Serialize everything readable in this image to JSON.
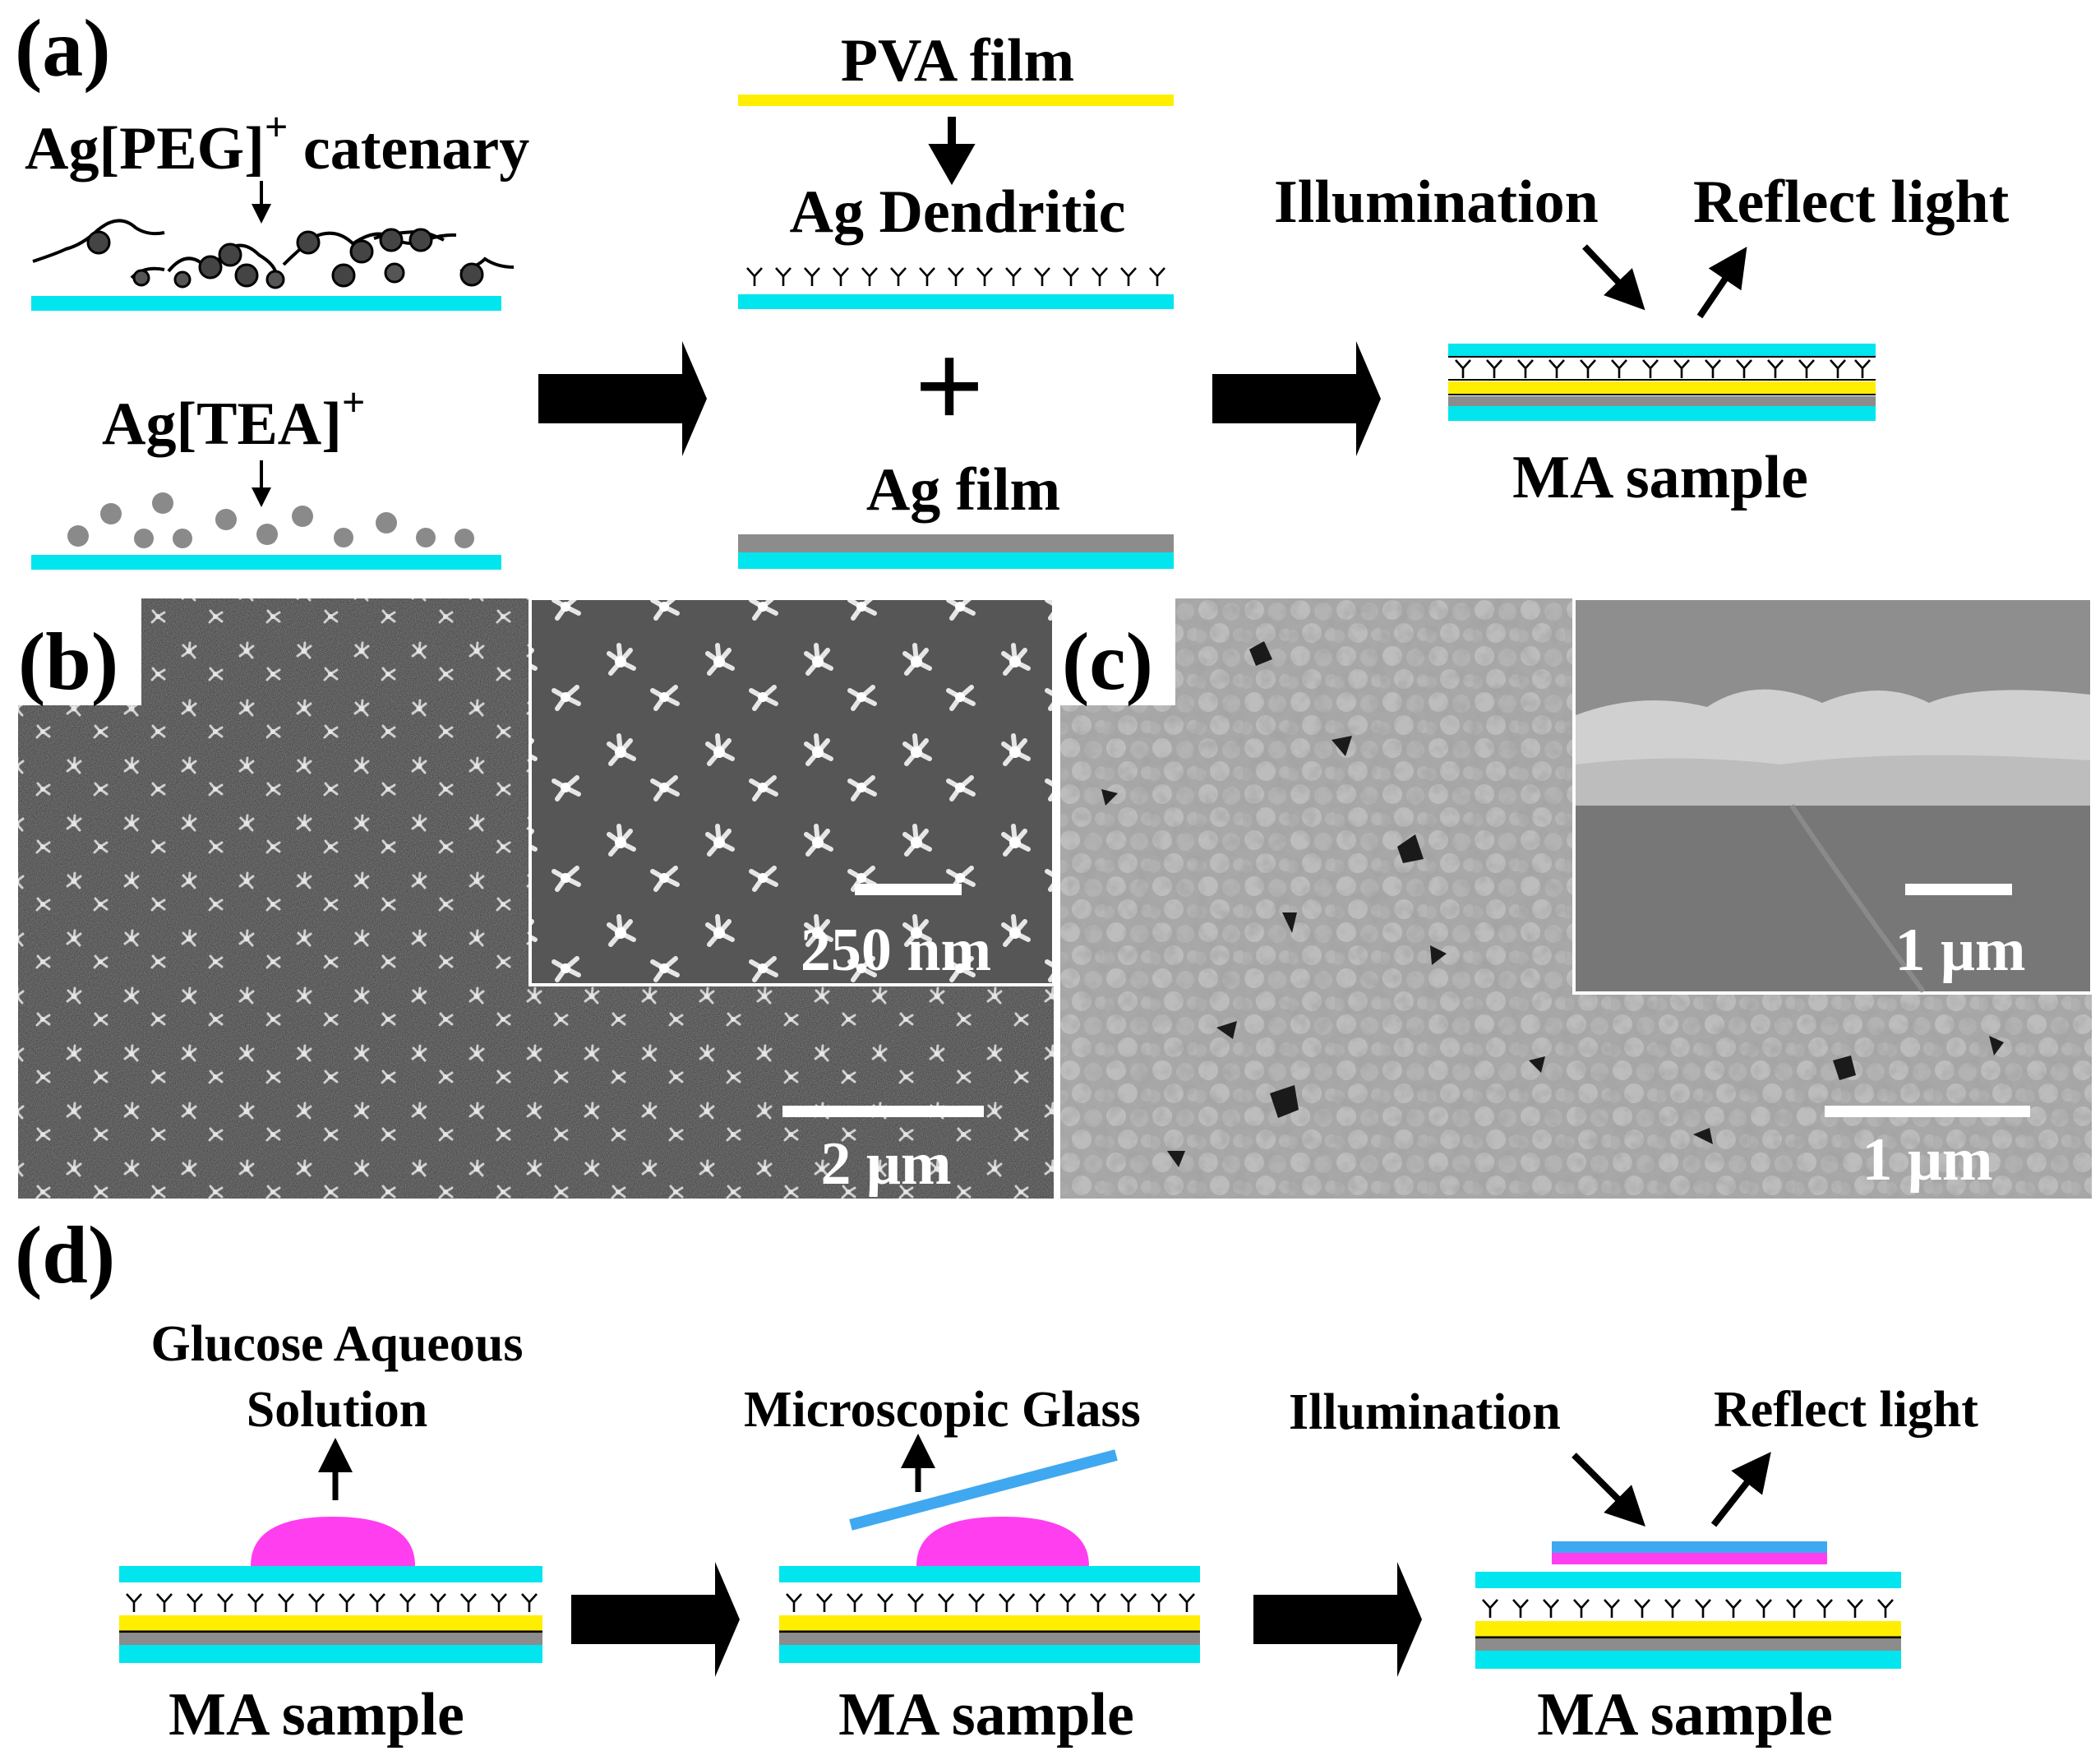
{
  "panels": {
    "a": "(a)",
    "b": "(b)",
    "c": "(c)",
    "d": "(d)"
  },
  "panel_a": {
    "peg_label": "Ag[PEG]",
    "peg_sup": "+",
    "peg_suffix": " catenary",
    "tea_label": "Ag[TEA]",
    "tea_sup": "+",
    "pva_film": "PVA film",
    "ag_dendritic": "Ag Dendritic",
    "plus": "+",
    "ag_film": "Ag film",
    "illumination": "Illumination",
    "reflect_light": "Reflect light",
    "ma_sample": "MA sample"
  },
  "panel_b": {
    "inset_scale": "250 nm",
    "main_scale": "2 μm"
  },
  "panel_c": {
    "inset_scale": "1 μm",
    "main_scale": "1 μm"
  },
  "panel_d": {
    "glucose_line1": "Glucose Aqueous",
    "glucose_line2": "Solution",
    "microscopic_glass": "Microscopic Glass",
    "illumination": "Illumination",
    "reflect_light": "Reflect light",
    "ma_sample_1": "MA sample",
    "ma_sample_2": "MA sample",
    "ma_sample_3": "MA sample"
  },
  "colors": {
    "substrate": "#00e5ee",
    "pva": "#ffee00",
    "ag_film": "#8c8c8c",
    "glucose_drop": "#ff3ef0",
    "glass": "#3fa8f0",
    "particle_dark": "#555555",
    "particle_light": "#8a8a8a"
  },
  "icons": [
    "block-arrow-right",
    "arrow-down",
    "arrow-up",
    "dendrite-glyph",
    "sem-micrograph"
  ]
}
